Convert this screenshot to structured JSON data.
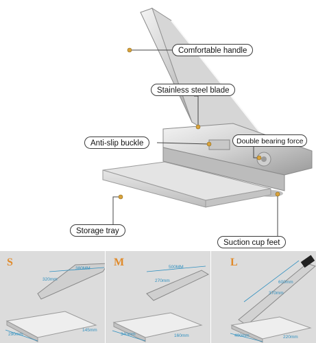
{
  "callouts": {
    "handle": "Comfortable handle",
    "blade": "Stainless steel blade",
    "buckle": "Anti-slip buckle",
    "bearing": "Double bearing force",
    "tray": "Storage tray",
    "feet": "Suction cup feet"
  },
  "sizes": [
    {
      "letter": "S",
      "blade": "380MM",
      "inner": "320mm",
      "length": "290mm",
      "width": "145mm"
    },
    {
      "letter": "M",
      "blade": "500MM",
      "inner": "270mm",
      "length": "340mm",
      "width": "160mm"
    },
    {
      "letter": "L",
      "blade": "600mm",
      "inner": "370mm",
      "length": "400mm",
      "width": "220mm"
    }
  ],
  "colors": {
    "accent_dot": "#d9a23b",
    "size_letter": "#e08a2a",
    "dimension": "#2e8fbf",
    "panel_bg": "#dcdcdc"
  }
}
